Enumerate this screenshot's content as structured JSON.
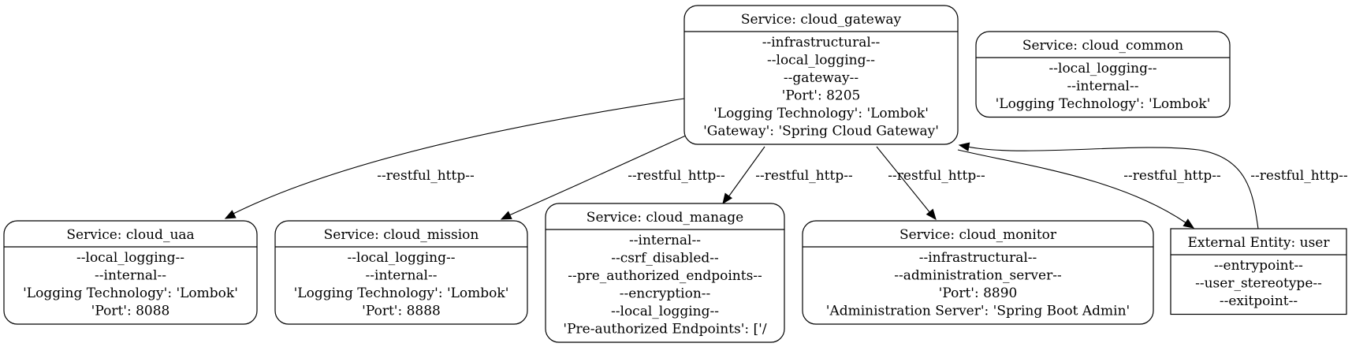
{
  "nodes": {
    "cloud_gateway": {
      "title": "Service: cloud_gateway",
      "lines": [
        "--infrastructural--",
        "--local_logging--",
        "--gateway--",
        "'Port': 8205",
        "'Logging Technology': 'Lombok'",
        "'Gateway': 'Spring Cloud Gateway'"
      ]
    },
    "cloud_common": {
      "title": "Service: cloud_common",
      "lines": [
        "--local_logging--",
        "--internal--",
        "'Logging Technology': 'Lombok'"
      ]
    },
    "cloud_uaa": {
      "title": "Service: cloud_uaa",
      "lines": [
        "--local_logging--",
        "--internal--",
        "'Logging Technology': 'Lombok'",
        "'Port': 8088"
      ]
    },
    "cloud_mission": {
      "title": "Service: cloud_mission",
      "lines": [
        "--local_logging--",
        "--internal--",
        "'Logging Technology': 'Lombok'",
        "'Port': 8888"
      ]
    },
    "cloud_manage": {
      "title": "Service: cloud_manage",
      "lines": [
        "--internal--",
        "--csrf_disabled--",
        "--pre_authorized_endpoints--",
        "--encryption--",
        "--local_logging--",
        "'Pre-authorized Endpoints': ['/"
      ]
    },
    "cloud_monitor": {
      "title": "Service: cloud_monitor",
      "lines": [
        "--infrastructural--",
        "--administration_server--",
        "'Port': 8890",
        "'Administration Server': 'Spring Boot Admin'"
      ]
    },
    "user": {
      "title": "External Entity: user",
      "lines": [
        "--entrypoint--",
        "--user_stereotype--",
        "--exitpoint--"
      ]
    }
  },
  "edges": [
    {
      "from": "cloud_gateway",
      "to": "cloud_uaa",
      "label": "--restful_http--"
    },
    {
      "from": "cloud_gateway",
      "to": "cloud_mission",
      "label": "--restful_http--"
    },
    {
      "from": "cloud_gateway",
      "to": "cloud_manage",
      "label": "--restful_http--"
    },
    {
      "from": "cloud_gateway",
      "to": "cloud_monitor",
      "label": "--restful_http--"
    },
    {
      "from": "cloud_gateway",
      "to": "user",
      "label": "--restful_http--"
    },
    {
      "from": "user",
      "to": "cloud_gateway",
      "label": "--restful_http--"
    }
  ]
}
